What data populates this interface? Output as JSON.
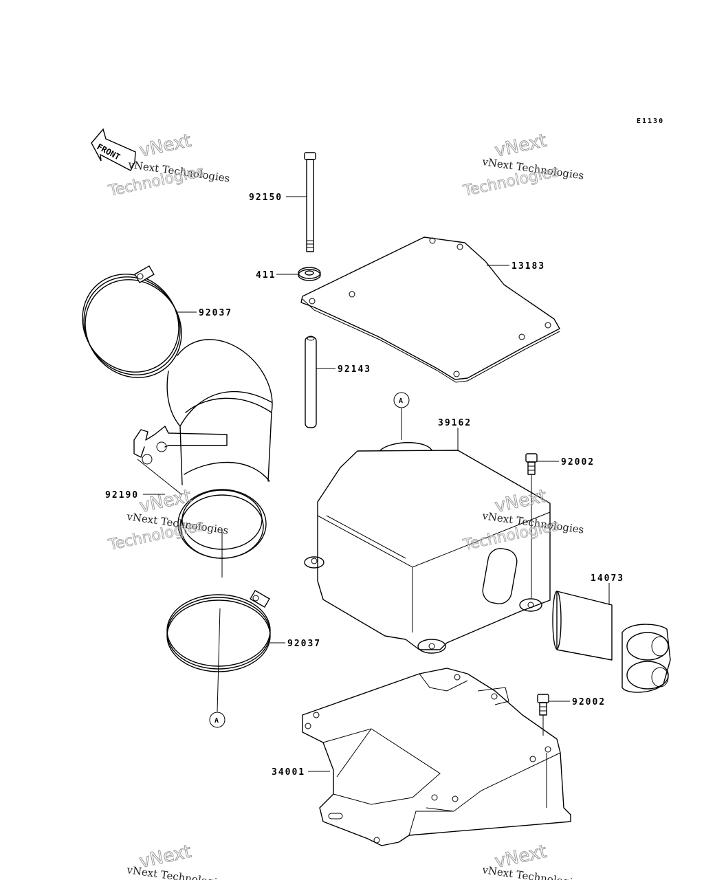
{
  "diagram_code": "E1130",
  "front_label": "FRONT",
  "watermark": {
    "line1": "vNext Technologies",
    "line2": "Technologies",
    "line3": "vNext"
  },
  "ref_marker": "A",
  "parts": {
    "p92150": "92150",
    "p411": "411",
    "p13183": "13183",
    "p92037_top": "92037",
    "p92143": "92143",
    "p39162": "39162",
    "p92002_top": "92002",
    "p92190": "92190",
    "p14073": "14073",
    "p92037_bottom": "92037",
    "p92002_bottom": "92002",
    "p34001": "34001"
  }
}
